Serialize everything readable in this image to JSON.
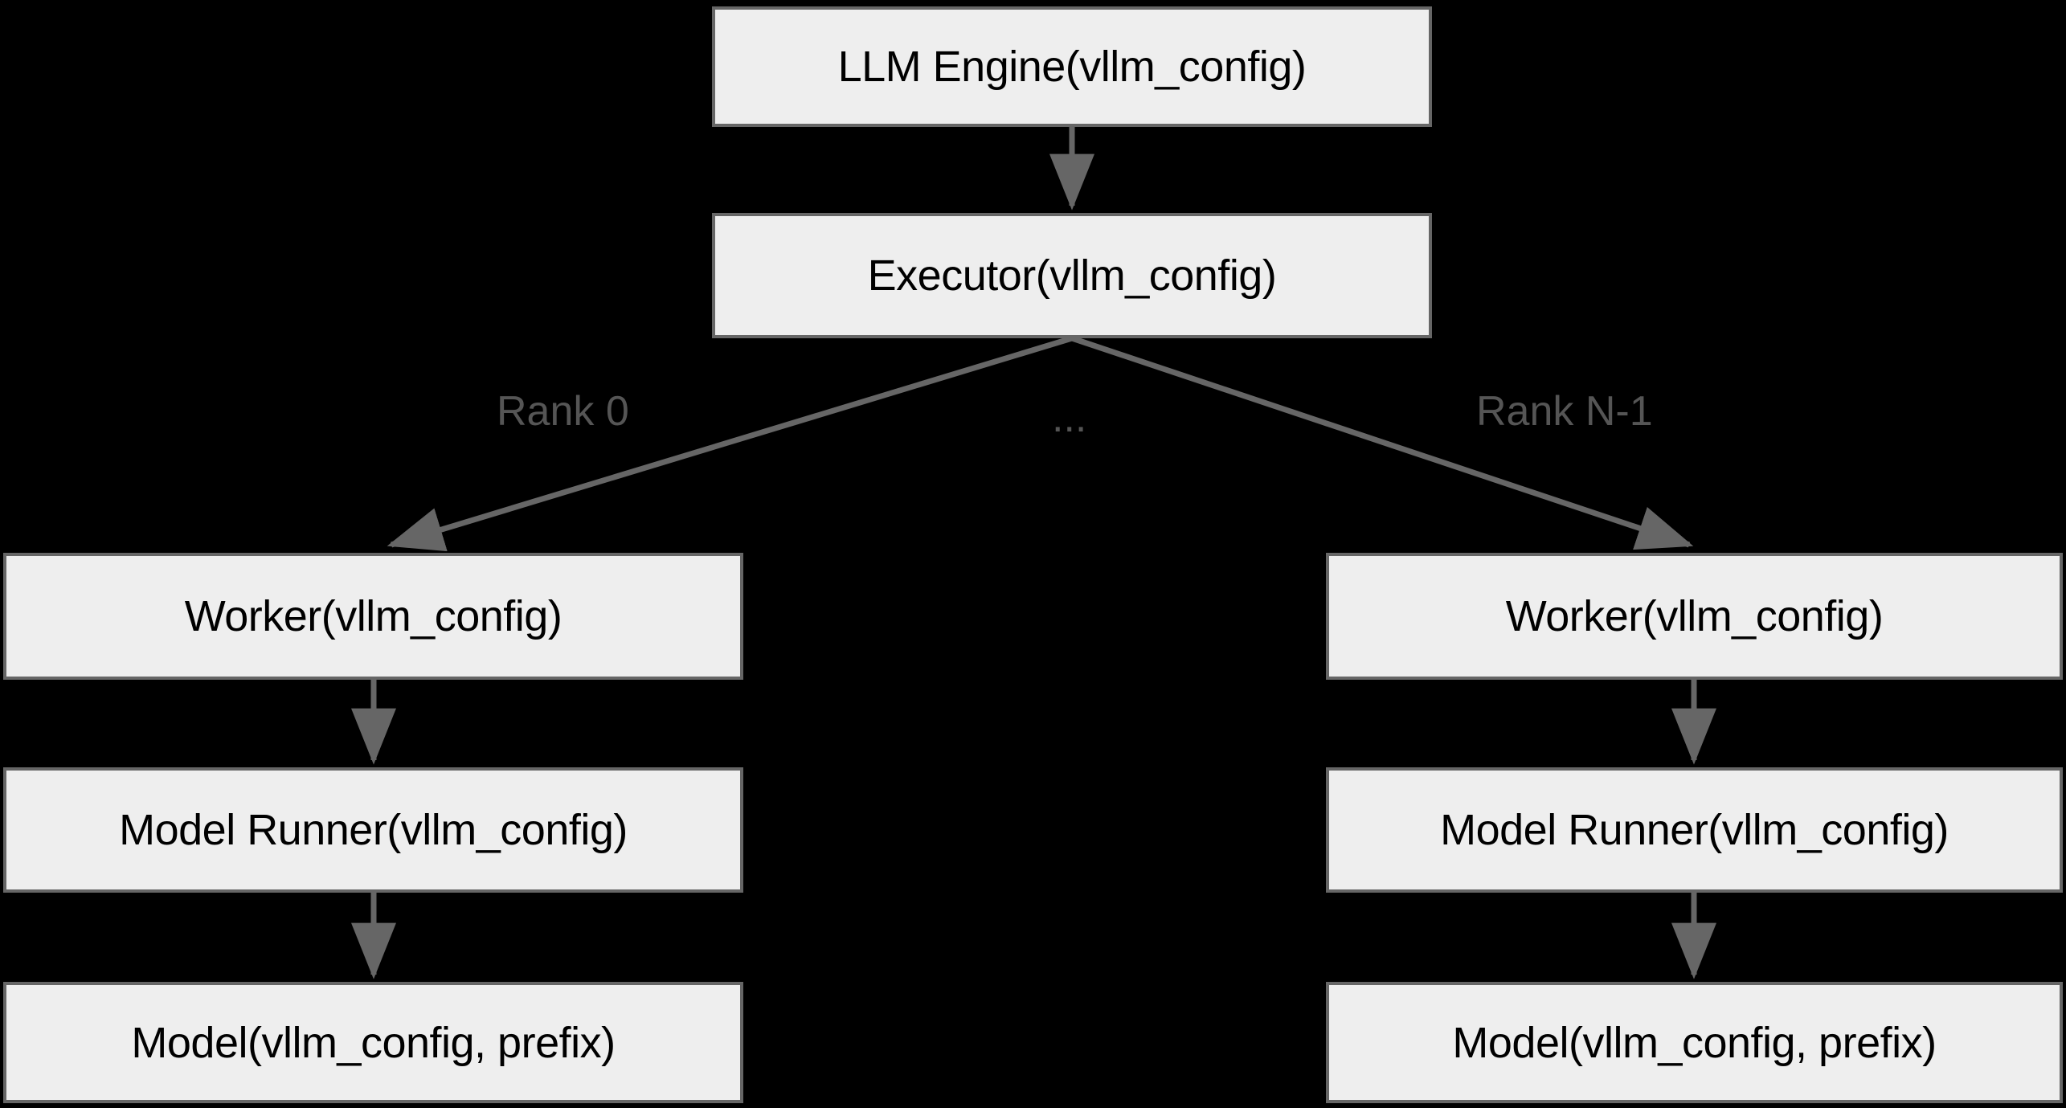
{
  "diagram": {
    "title": "vLLM engine configuration propagation",
    "background_color": "#000000",
    "node_fill": "#eeeeee",
    "node_border": "#666666",
    "edge_color": "#666666",
    "edge_label_color": "#555555",
    "nodes": {
      "llm_engine": "LLM Engine(vllm_config)",
      "executor": "Executor(vllm_config)",
      "worker_left": "Worker(vllm_config)",
      "worker_right": "Worker(vllm_config)",
      "model_runner_left": "Model Runner(vllm_config)",
      "model_runner_right": "Model Runner(vllm_config)",
      "model_left": "Model(vllm_config, prefix)",
      "model_right": "Model(vllm_config, prefix)"
    },
    "edge_labels": {
      "rank_0": "Rank 0",
      "ellipsis": "...",
      "rank_n_minus_1": "Rank N-1"
    }
  }
}
